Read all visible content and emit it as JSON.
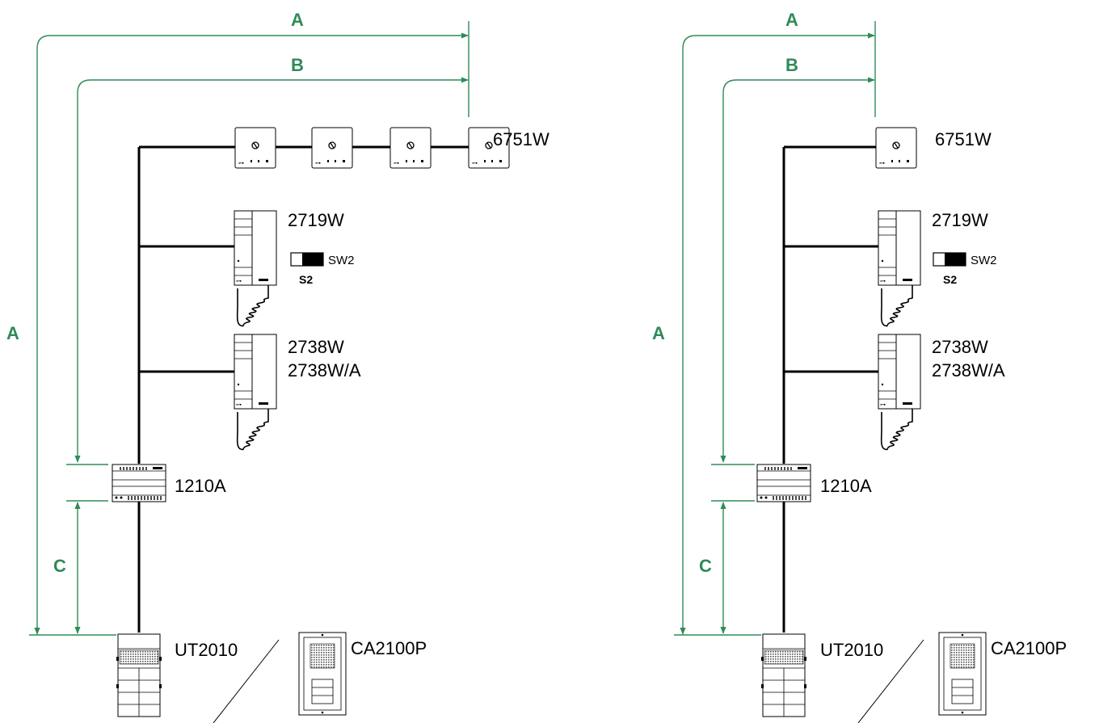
{
  "diagram": {
    "left": {
      "dim_A_top": "A",
      "dim_B": "B",
      "dim_A_side": "A",
      "dim_C": "C",
      "labels": {
        "monitor": "6751W",
        "handset1": "2719W",
        "switch": "SW2",
        "switch_ref": "S2",
        "handset2_line1": "2738W",
        "handset2_line2": "2738W/A",
        "power": "1210A",
        "panel": "UT2010",
        "alt_panel": "CA2100P"
      }
    },
    "right": {
      "dim_A_top": "A",
      "dim_B": "B",
      "dim_A_side": "A",
      "dim_C": "C",
      "labels": {
        "monitor": "6751W",
        "handset1": "2719W",
        "switch": "SW2",
        "switch_ref": "S2",
        "handset2_line1": "2738W",
        "handset2_line2": "2738W/A",
        "power": "1210A",
        "panel": "UT2010",
        "alt_panel": "CA2100P"
      }
    },
    "colors": {
      "dimension": "#2e8b57",
      "wire": "#000000"
    }
  }
}
